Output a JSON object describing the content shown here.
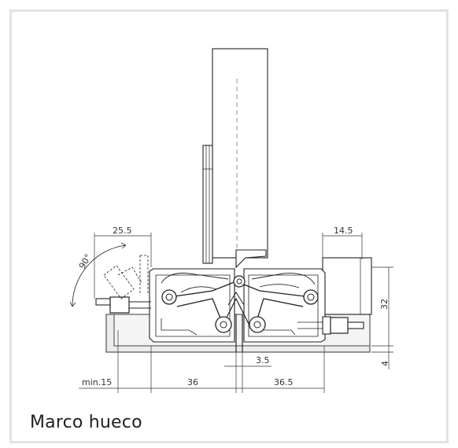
{
  "caption": "Marco hueco",
  "dimensions": {
    "top_left": "25.5",
    "top_right": "14.5",
    "angle": "90°",
    "height": "32",
    "offset": "4",
    "gap": "3.5",
    "min": "min.15",
    "left_width": "36",
    "right_width": "36.5"
  },
  "colors": {
    "frame": "#e2e2e2",
    "line": "#222222",
    "shade": "#ececec"
  }
}
